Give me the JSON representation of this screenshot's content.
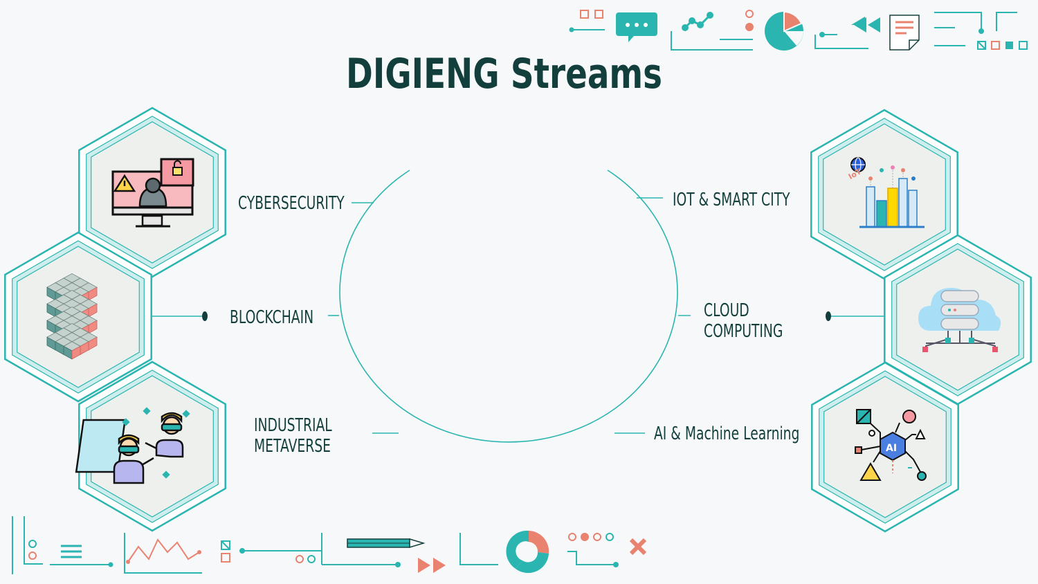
{
  "title": "DIGIENG Streams",
  "colors": {
    "teal": "#2bb5b0",
    "dark": "#123f3c",
    "coral": "#e9826f",
    "hex_fill": "#eef0ee"
  },
  "streams": [
    {
      "label": "CYBERSECURITY",
      "icon": "hacker-monitor-icon"
    },
    {
      "label": "BLOCKCHAIN",
      "icon": "blockchain-cubes-icon"
    },
    {
      "label_line1": "INDUSTRIAL",
      "label_line2": "METAVERSE",
      "icon": "vr-users-icon"
    },
    {
      "label": "IOT & SMART CITY",
      "icon": "smart-city-icon"
    },
    {
      "label_line1": "CLOUD",
      "label_line2": "COMPUTING",
      "icon": "cloud-server-icon"
    },
    {
      "label": "AI & Machine Learning",
      "icon": "ai-chip-icon"
    }
  ]
}
